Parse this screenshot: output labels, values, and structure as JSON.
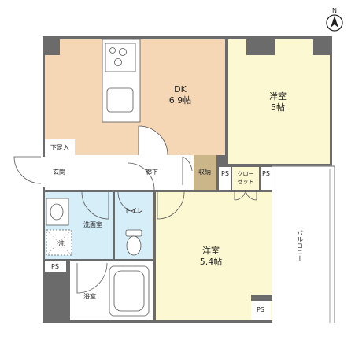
{
  "compass": {
    "north": "N"
  },
  "rooms": {
    "dk": {
      "name": "DK",
      "size": "6.9帖"
    },
    "western1": {
      "name": "洋室",
      "size": "5帖"
    },
    "western2": {
      "name": "洋室",
      "size": "5.4帖"
    }
  },
  "labels": {
    "getabako": "下足入",
    "genkan": "玄関",
    "rouka": "廊下",
    "shuno": "収納",
    "closet_1": "クロー",
    "closet_2": "ゼット",
    "ps": "PS",
    "senmen": "洗面室",
    "toilet": "トイレ",
    "sen": "洗",
    "yokushitsu": "浴室",
    "balcony": "バルコニー"
  },
  "colors": {
    "wall": "#6b6b6b",
    "dk_floor": "#f6d7b5",
    "western_floor": "#fcf9d2",
    "wet_floor": "#d6eef8",
    "storage_floor": "#cbb68a",
    "balcony_line": "#888888"
  }
}
